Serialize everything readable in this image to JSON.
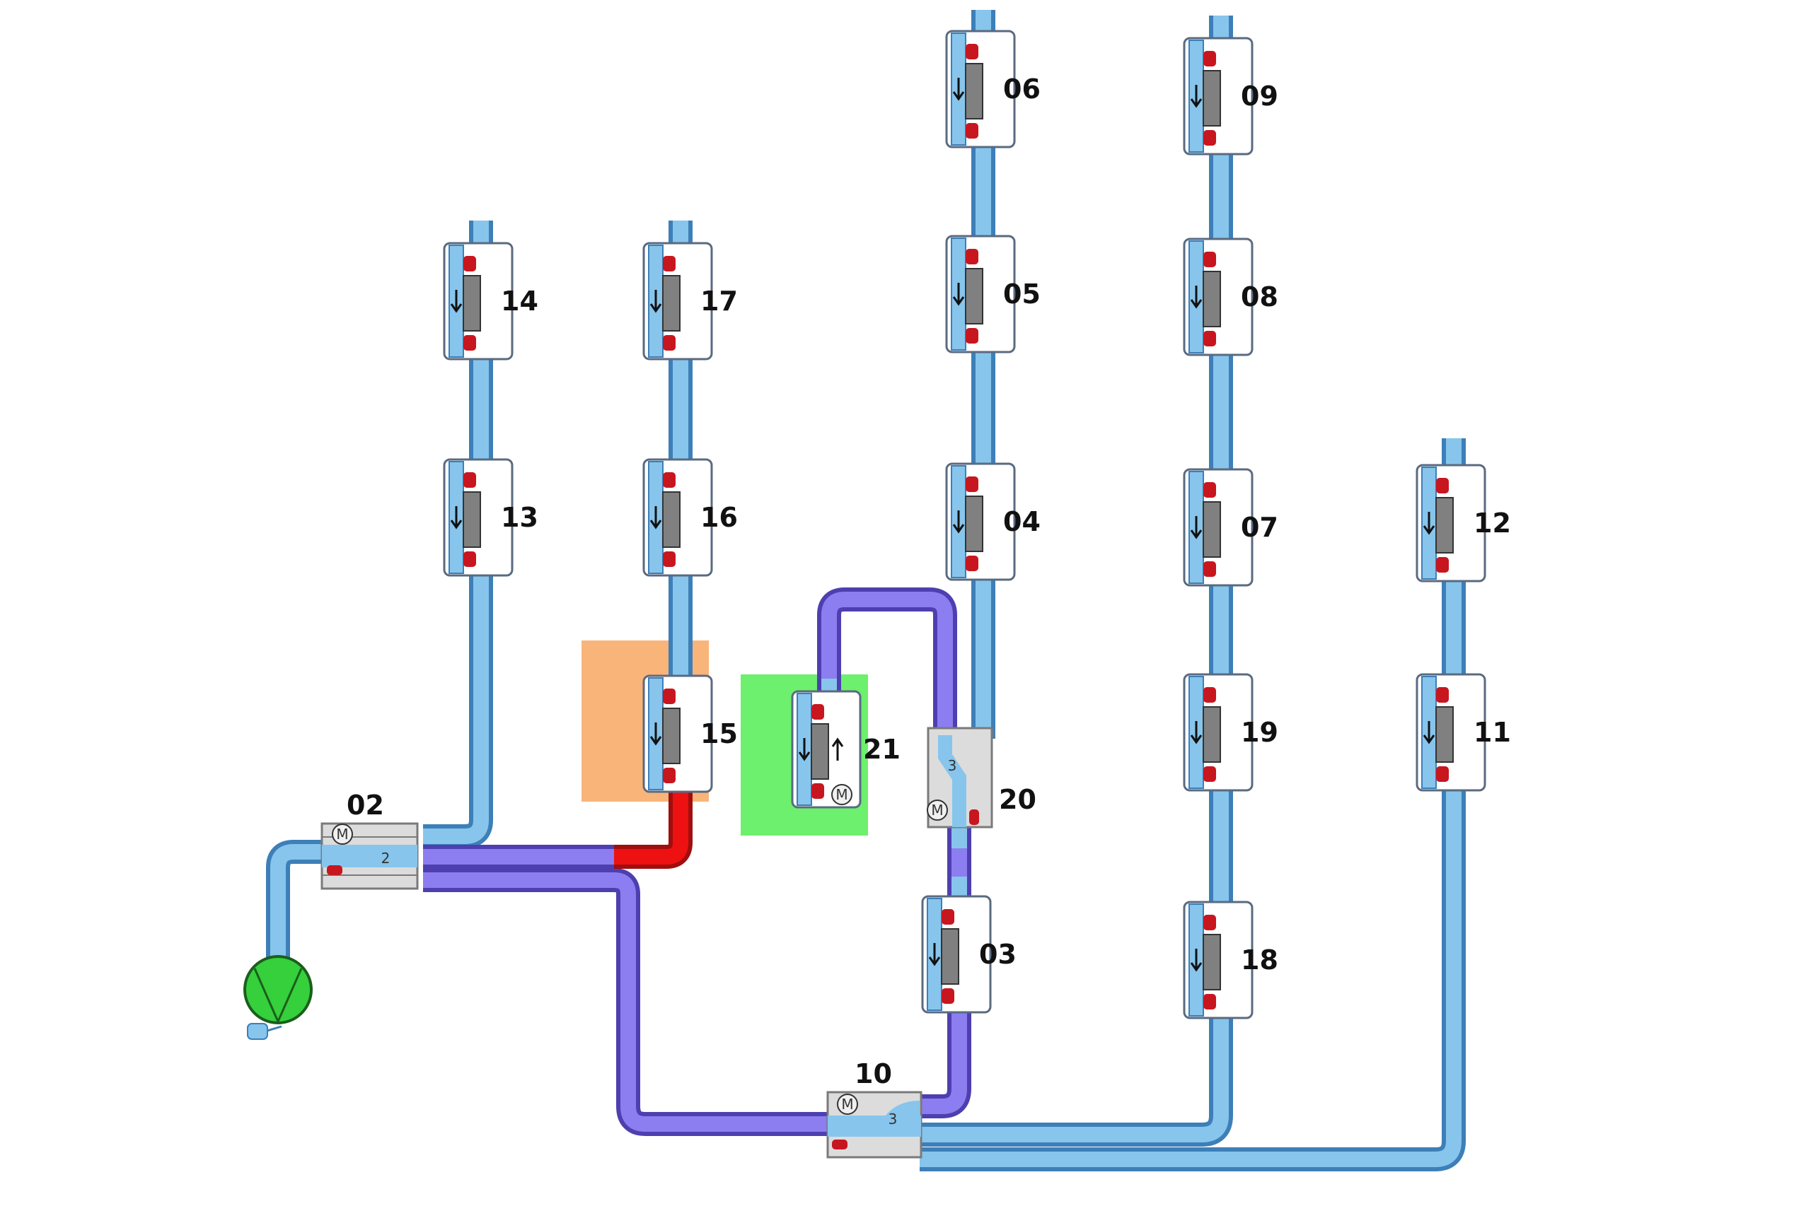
{
  "colors": {
    "idle_pipe": "#87c5ec",
    "idle_outline": "#3d7fb8",
    "active_pipe": "#8c7df0",
    "active_outline": "#4e3fb0",
    "hot_pipe": "#ee1111",
    "selected_station": "#f9b47a",
    "active_station": "#6df06d",
    "blower": "#35d03b",
    "switch_body": "#dcdcdc",
    "seal": "#c8161e",
    "station_core": "#808080"
  },
  "blower": {
    "name": "blower",
    "icon": "blower-icon"
  },
  "diverters": [
    {
      "id": "02",
      "label": "02",
      "ways": "2",
      "motor": "M"
    },
    {
      "id": "10",
      "label": "10",
      "ways": "3",
      "motor": "M"
    },
    {
      "id": "20",
      "label": "20",
      "ways": "3",
      "motor": "M"
    }
  ],
  "stations": [
    {
      "id": "14",
      "label": "14",
      "state": "idle",
      "direction": "in",
      "motor": ""
    },
    {
      "id": "13",
      "label": "13",
      "state": "idle",
      "direction": "in",
      "motor": ""
    },
    {
      "id": "17",
      "label": "17",
      "state": "idle",
      "direction": "in",
      "motor": ""
    },
    {
      "id": "16",
      "label": "16",
      "state": "idle",
      "direction": "in",
      "motor": ""
    },
    {
      "id": "15",
      "label": "15",
      "state": "selected",
      "direction": "in",
      "motor": ""
    },
    {
      "id": "21",
      "label": "21",
      "state": "active",
      "direction": "in-out",
      "motor": "M"
    },
    {
      "id": "06",
      "label": "06",
      "state": "idle",
      "direction": "in",
      "motor": ""
    },
    {
      "id": "05",
      "label": "05",
      "state": "idle",
      "direction": "in",
      "motor": ""
    },
    {
      "id": "04",
      "label": "04",
      "state": "idle",
      "direction": "in",
      "motor": ""
    },
    {
      "id": "03",
      "label": "03",
      "state": "idle",
      "direction": "in",
      "motor": ""
    },
    {
      "id": "09",
      "label": "09",
      "state": "idle",
      "direction": "in",
      "motor": ""
    },
    {
      "id": "08",
      "label": "08",
      "state": "idle",
      "direction": "in",
      "motor": ""
    },
    {
      "id": "07",
      "label": "07",
      "state": "idle",
      "direction": "in",
      "motor": ""
    },
    {
      "id": "19",
      "label": "19",
      "state": "idle",
      "direction": "in",
      "motor": ""
    },
    {
      "id": "18",
      "label": "18",
      "state": "idle",
      "direction": "in",
      "motor": ""
    },
    {
      "id": "12",
      "label": "12",
      "state": "idle",
      "direction": "in",
      "motor": ""
    },
    {
      "id": "11",
      "label": "11",
      "state": "idle",
      "direction": "in",
      "motor": ""
    }
  ]
}
